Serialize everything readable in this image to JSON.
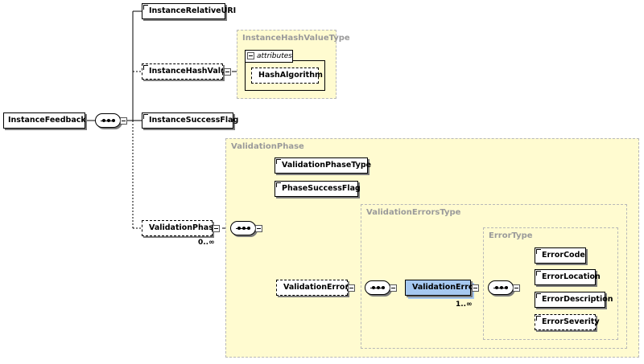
{
  "types": {
    "instance_hash_value_type": "InstanceHashValueType",
    "validation_phase": "ValidationPhase",
    "validation_errors_type": "ValidationErrorsType",
    "error_type": "ErrorType"
  },
  "elements": {
    "instance_feedback": "InstanceFeedback",
    "instance_relative_uri": "InstanceRelativeURI",
    "instance_hash_value": "InstanceHashValue",
    "instance_success_flag": "InstanceSuccessFlag",
    "validation_phase": "ValidationPhase",
    "validation_phase_type": "ValidationPhaseType",
    "phase_success_flag": "PhaseSuccessFlag",
    "validation_errors": "ValidationErrors",
    "validation_error": "ValidationError",
    "error_code": "ErrorCode",
    "error_location": "ErrorLocation",
    "error_description": "ErrorDescription",
    "error_severity": "ErrorSeverity"
  },
  "attributes": {
    "group_label": "attributes",
    "hash_algorithm": "HashAlgorithm"
  },
  "multiplicity": {
    "validation_phase": "0..∞",
    "validation_error": "1..∞"
  }
}
